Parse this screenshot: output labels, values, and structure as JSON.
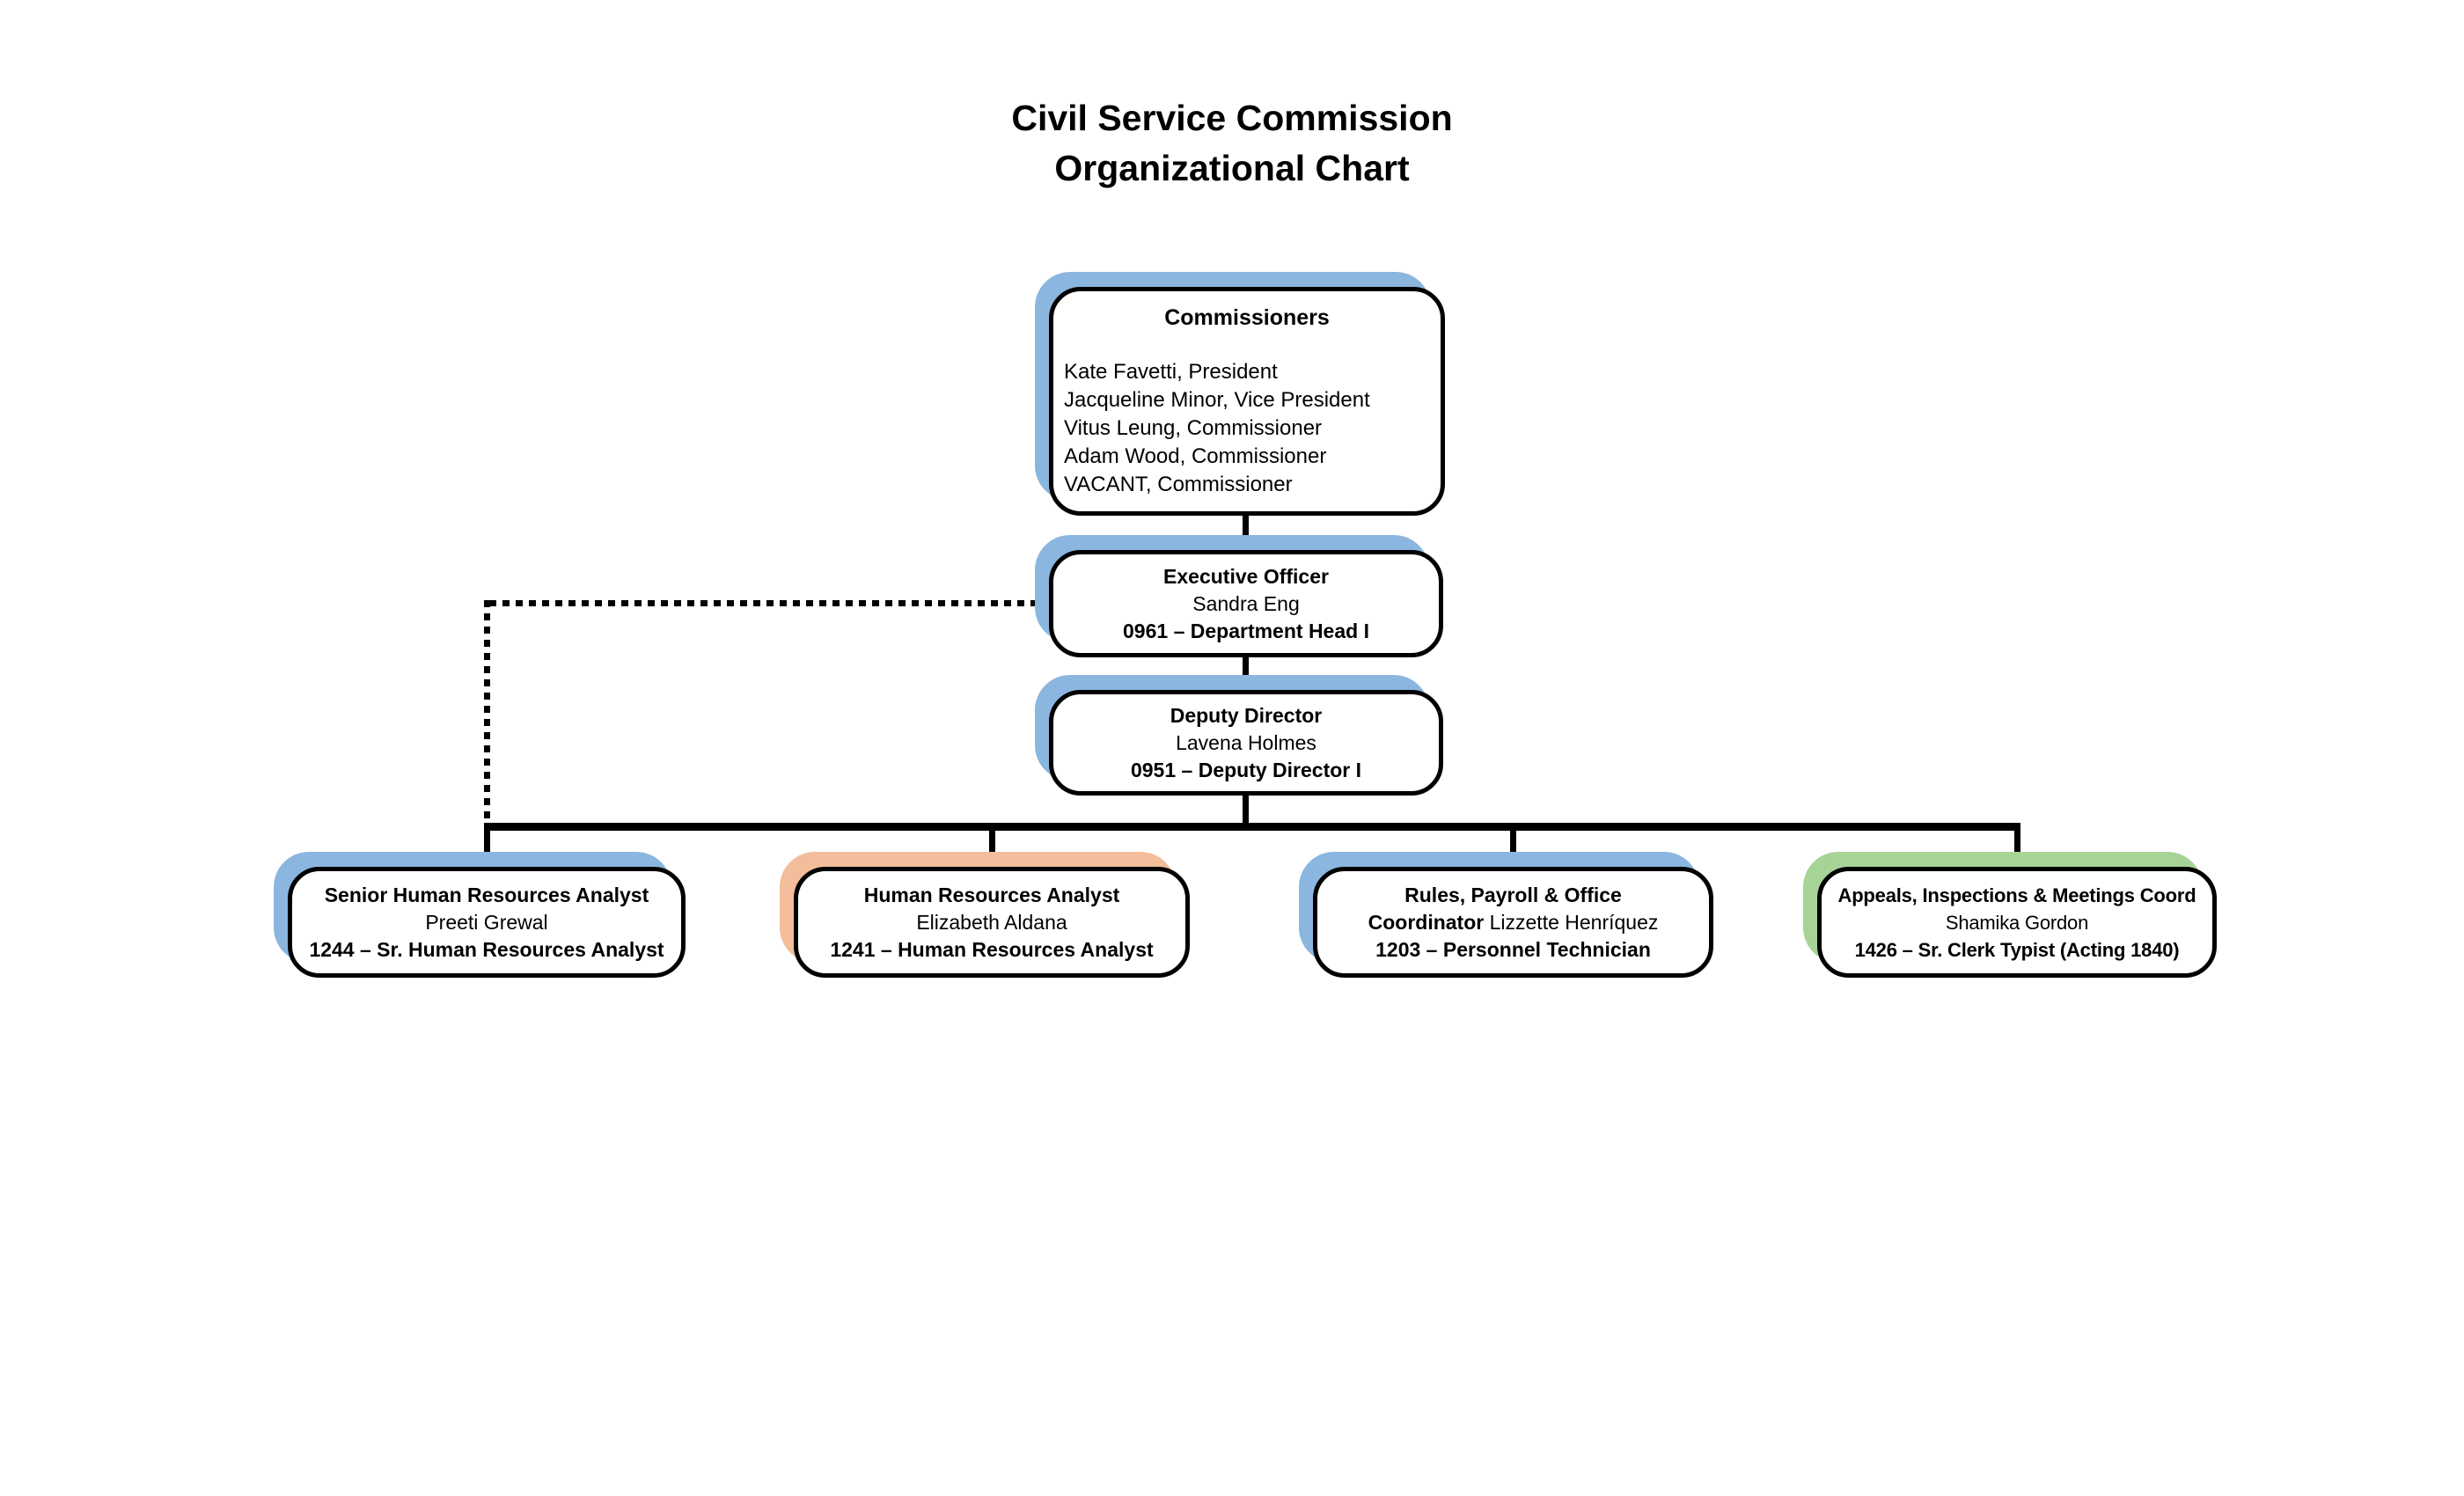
{
  "title": {
    "line1": "Civil Service Commission",
    "line2": "Organizational Chart"
  },
  "colors": {
    "blue_shadow": "#8AB6DF",
    "orange_shadow": "#F3BD9B",
    "green_shadow": "#A6D396",
    "line": "#000000",
    "box_border": "#000000"
  },
  "commissioners": {
    "heading": "Commissioners",
    "members": [
      "Kate Favetti, President",
      "Jacqueline Minor, Vice President",
      "Vitus Leung, Commissioner",
      "Adam Wood, Commissioner",
      "VACANT, Commissioner"
    ]
  },
  "executive_officer": {
    "title": "Executive Officer",
    "name": "Sandra Eng",
    "position": "0961 – Department Head I"
  },
  "deputy_director": {
    "title": "Deputy Director",
    "name": "Lavena Holmes",
    "position": "0951 – Deputy Director I"
  },
  "senior_hr_analyst": {
    "title": "Senior Human Resources Analyst",
    "name": "Preeti Grewal",
    "position": "1244 – Sr. Human Resources Analyst"
  },
  "hr_analyst": {
    "title": "Human Resources Analyst",
    "name": "Elizabeth Aldana",
    "position": "1241 – Human Resources Analyst"
  },
  "rules_payroll_office": {
    "title_line1": "Rules, Payroll & Office",
    "title_line2": "Coordinator",
    "name": "Lizzette Henríquez",
    "position": "1203 – Personnel Technician"
  },
  "appeals_coord": {
    "title": "Appeals, Inspections & Meetings Coord",
    "name": "Shamika Gordon",
    "position": "1426 – Sr. Clerk Typist (Acting 1840)"
  }
}
